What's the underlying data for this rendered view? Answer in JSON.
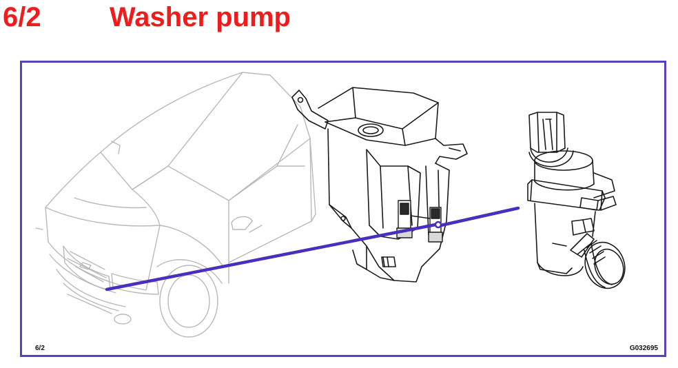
{
  "header": {
    "ref_number": "6/2",
    "title": "Washer pump"
  },
  "figure": {
    "ref_label": "6/2",
    "figure_code": "G032695",
    "components": [
      "car-outline",
      "washer-fluid-reservoir",
      "washer-pump"
    ],
    "colors": {
      "title_red": "#ee1c1c",
      "frame_border": "#5a3fc2",
      "leader_line": "#4a2fbf",
      "car_line": "#b9b9b9",
      "part_line": "#1a1a1a"
    }
  }
}
